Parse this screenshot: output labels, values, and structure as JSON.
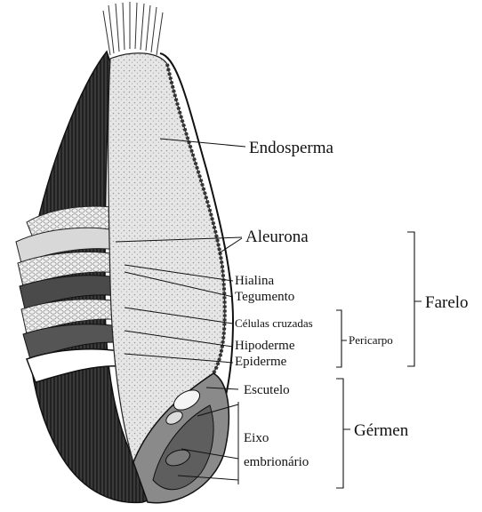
{
  "labels": {
    "endosperma": "Endosperma",
    "aleurona": "Aleurona",
    "hialina": "Hialina",
    "tegumento": "Tegumento",
    "celulas_cruzadas": "Células cruzadas",
    "hipoderme": "Hipoderme",
    "epiderme": "Epiderme",
    "escutelo": "Escutelo",
    "eixo_line1": "Eixo",
    "eixo_line2": "embrionário",
    "pericarpo": "Pericarpo",
    "farelo": "Farelo",
    "germen": "Gérmen"
  }
}
